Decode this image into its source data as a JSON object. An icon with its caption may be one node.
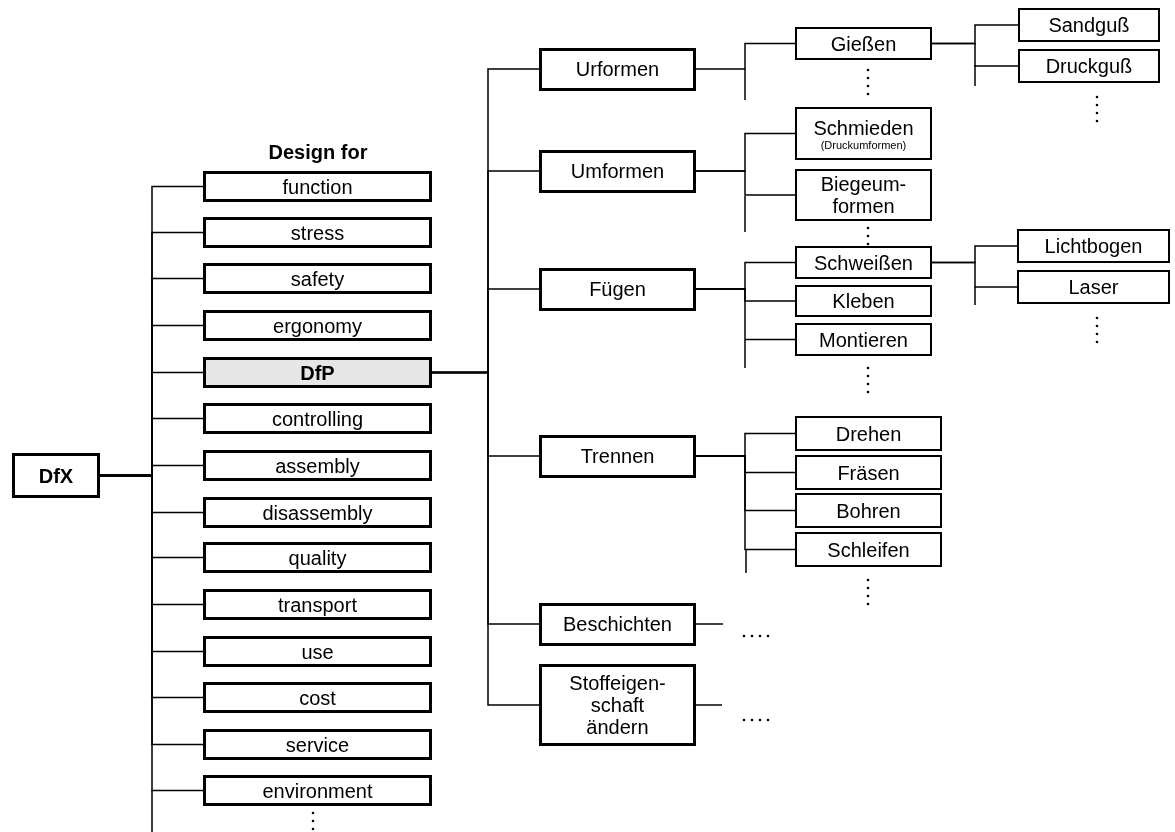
{
  "diagram": {
    "nodes": [
      {
        "text": [
          "DfX"
        ]
      },
      {
        "text": [
          "function"
        ]
      },
      {
        "text": [
          "stress"
        ]
      },
      {
        "text": [
          "safety"
        ]
      },
      {
        "text": [
          "ergonomy"
        ]
      },
      {
        "text": [
          "DfP"
        ]
      },
      {
        "text": [
          "controlling"
        ]
      },
      {
        "text": [
          "assembly"
        ]
      },
      {
        "text": [
          "disassembly"
        ]
      },
      {
        "text": [
          "quality"
        ]
      },
      {
        "text": [
          "transport"
        ]
      },
      {
        "text": [
          "use"
        ]
      },
      {
        "text": [
          "cost"
        ]
      },
      {
        "text": [
          "service"
        ]
      },
      {
        "text": [
          "environment"
        ]
      },
      {
        "text": [
          "Urformen"
        ]
      },
      {
        "text": [
          "Umformen"
        ]
      },
      {
        "text": [
          "Fügen"
        ]
      },
      {
        "text": [
          "Trennen"
        ]
      },
      {
        "text": [
          "Beschichten"
        ]
      },
      {
        "text": [
          "Stoffeigen- schaft ändern"
        ]
      },
      {
        "text": [
          "Gießen"
        ]
      },
      {
        "text": [
          "Schmieden",
          "(Druckumformen)"
        ]
      },
      {
        "text": [
          "Biegeum- formen"
        ]
      },
      {
        "text": [
          "Schweißen"
        ]
      },
      {
        "text": [
          "Kleben"
        ]
      },
      {
        "text": [
          "Montieren"
        ]
      },
      {
        "text": [
          "Drehen"
        ]
      },
      {
        "text": [
          "Fräsen"
        ]
      },
      {
        "text": [
          "Bohren"
        ]
      },
      {
        "text": [
          "Schleifen"
        ]
      },
      {
        "text": [
          "Sandguß"
        ]
      },
      {
        "text": [
          "Druckguß"
        ]
      },
      {
        "text": [
          "Lichtbogen"
        ]
      },
      {
        "text": [
          "Laser"
        ]
      }
    ],
    "edges": [
      {
        "from": 0,
        "to": 1,
        "arrow": "none"
      },
      {
        "from": 0,
        "to": 2,
        "arrow": "none"
      },
      {
        "from": 0,
        "to": 3,
        "arrow": "none"
      },
      {
        "from": 0,
        "to": 4,
        "arrow": "none"
      },
      {
        "from": 0,
        "to": 5,
        "arrow": "none"
      },
      {
        "from": 0,
        "to": 6,
        "arrow": "none"
      },
      {
        "from": 0,
        "to": 7,
        "arrow": "none"
      },
      {
        "from": 0,
        "to": 8,
        "arrow": "none"
      },
      {
        "from": 0,
        "to": 9,
        "arrow": "none"
      },
      {
        "from": 0,
        "to": 10,
        "arrow": "none"
      },
      {
        "from": 0,
        "to": 11,
        "arrow": "none"
      },
      {
        "from": 0,
        "to": 12,
        "arrow": "none"
      },
      {
        "from": 0,
        "to": 13,
        "arrow": "none"
      },
      {
        "from": 0,
        "to": 14,
        "arrow": "none"
      },
      {
        "from": 5,
        "to": 15,
        "arrow": "none"
      },
      {
        "from": 5,
        "to": 16,
        "arrow": "none"
      },
      {
        "from": 5,
        "to": 17,
        "arrow": "none"
      },
      {
        "from": 5,
        "to": 18,
        "arrow": "none"
      },
      {
        "from": 5,
        "to": 19,
        "arrow": "none"
      },
      {
        "from": 5,
        "to": 20,
        "arrow": "none"
      },
      {
        "from": 15,
        "to": 21,
        "arrow": "none"
      },
      {
        "from": 16,
        "to": 22,
        "arrow": "none"
      },
      {
        "from": 16,
        "to": 23,
        "arrow": "none"
      },
      {
        "from": 17,
        "to": 24,
        "arrow": "none"
      },
      {
        "from": 17,
        "to": 25,
        "arrow": "none"
      },
      {
        "from": 17,
        "to": 26,
        "arrow": "none"
      },
      {
        "from": 18,
        "to": 27,
        "arrow": "none"
      },
      {
        "from": 18,
        "to": 28,
        "arrow": "none"
      },
      {
        "from": 18,
        "to": 29,
        "arrow": "none"
      },
      {
        "from": 18,
        "to": 30,
        "arrow": "none"
      },
      {
        "from": 19,
        "to": null,
        "arrow": "none"
      },
      {
        "from": 20,
        "to": null,
        "arrow": "none"
      },
      {
        "from": 21,
        "to": 31,
        "arrow": "none"
      },
      {
        "from": 21,
        "to": 32,
        "arrow": "none"
      },
      {
        "from": 24,
        "to": 33,
        "arrow": "none"
      },
      {
        "from": 24,
        "to": 34,
        "arrow": "none"
      }
    ],
    "labels": [
      "Design for"
    ]
  }
}
